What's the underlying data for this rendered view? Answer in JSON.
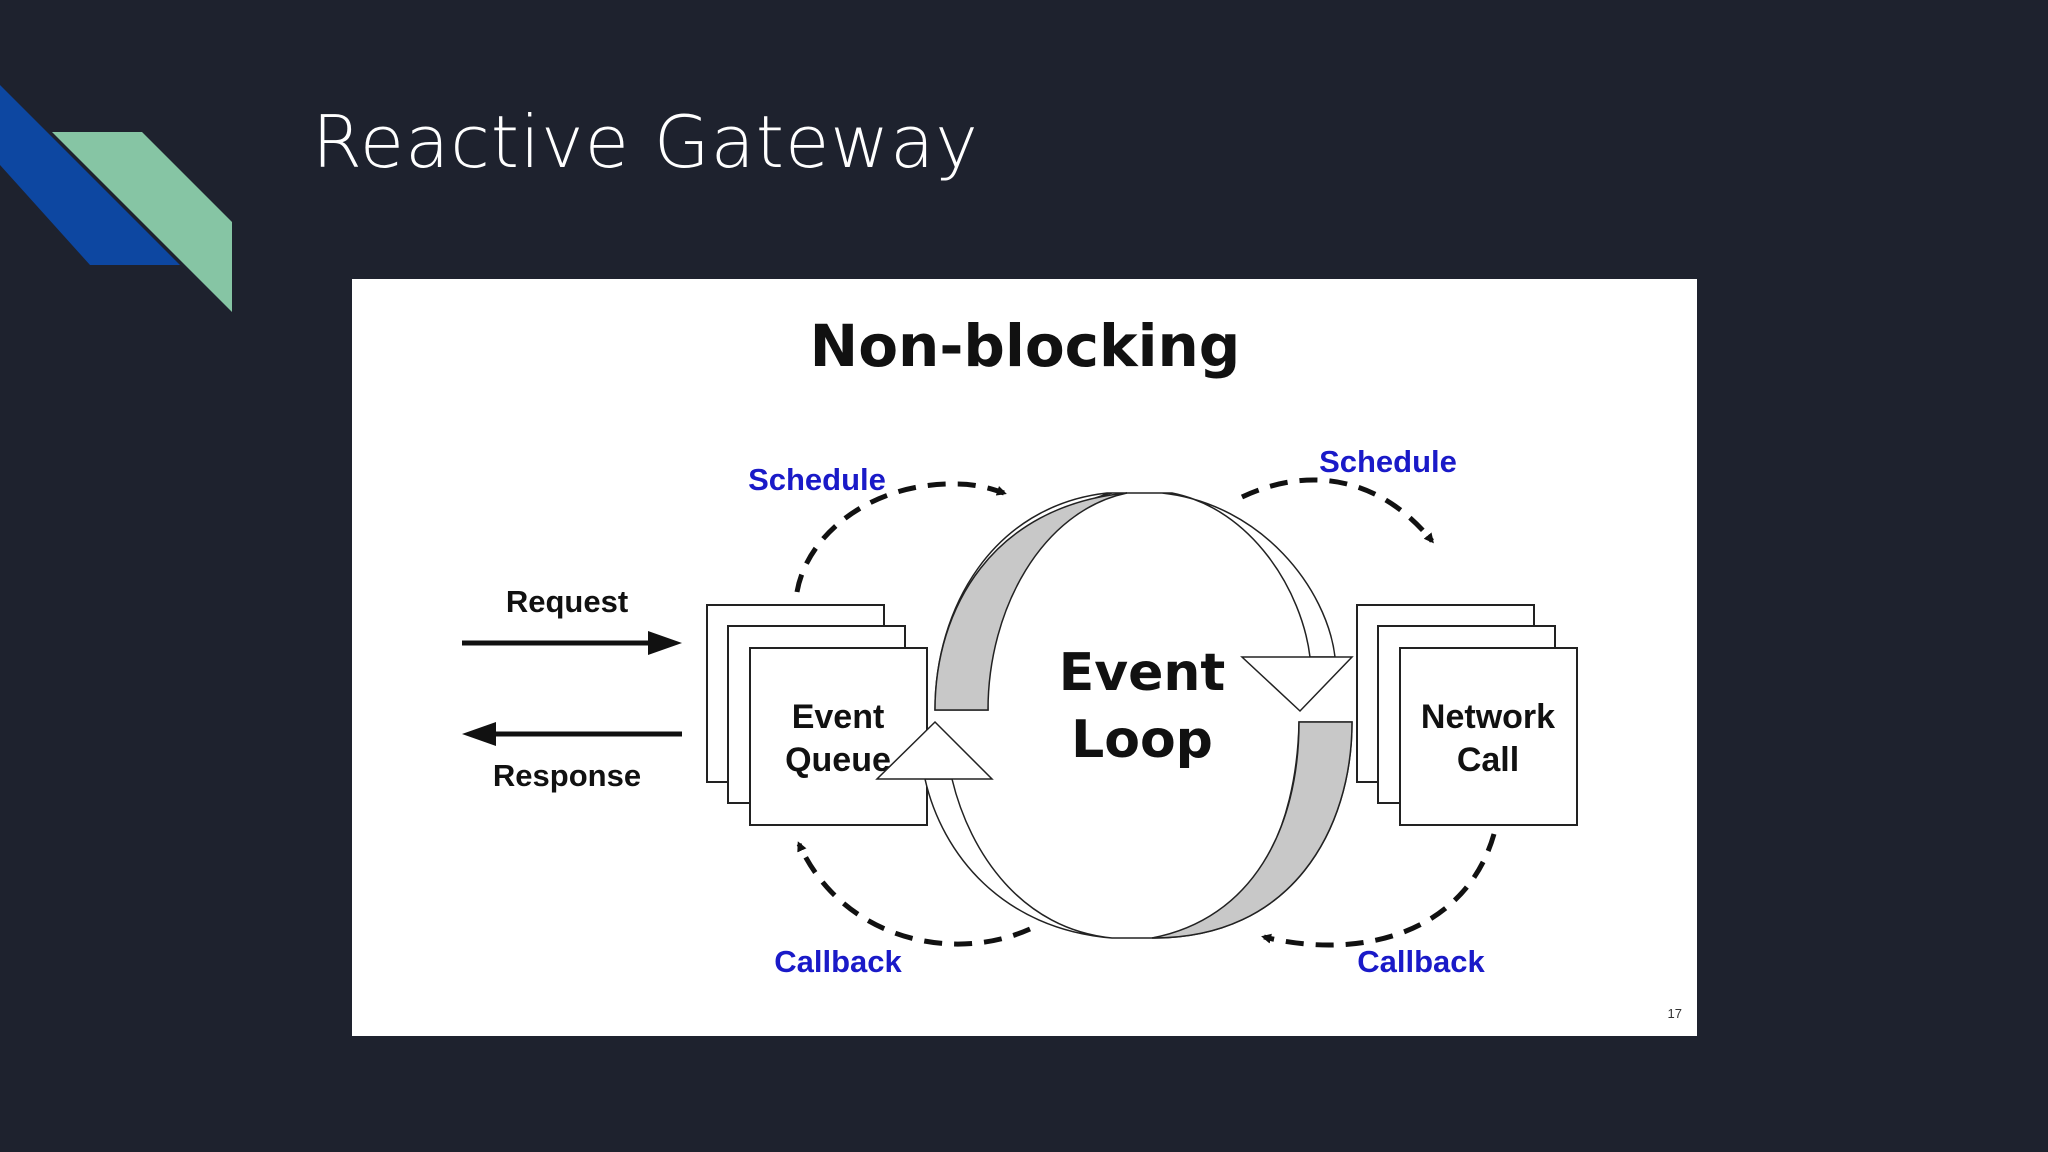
{
  "slide": {
    "title": "Reactive Gateway",
    "page_number": "17"
  },
  "diagram": {
    "heading": "Non-blocking",
    "left_schedule": "Schedule",
    "right_schedule": "Schedule",
    "left_callback": "Callback",
    "right_callback": "Callback",
    "request": "Request",
    "response": "Response",
    "event_queue": [
      "Event",
      "Queue"
    ],
    "network_call": [
      "Network",
      "Call"
    ],
    "event_loop": [
      "Event",
      "Loop"
    ]
  },
  "colors": {
    "background": "#1e222e",
    "accent_blue": "#0d47a1",
    "accent_green": "#86c5a4",
    "label_blue": "#1a1ac8"
  }
}
